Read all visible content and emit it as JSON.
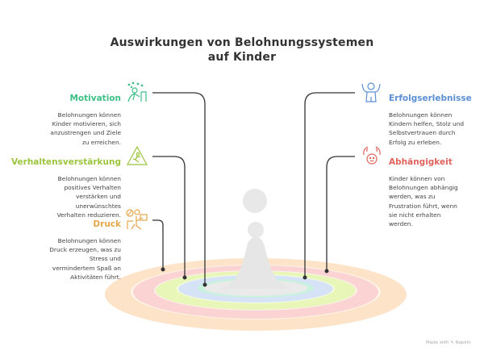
{
  "title": "Auswirkungen von Belohnungssystemen auf Kinder",
  "items": [
    {
      "label": "Motivation",
      "color": "#3dbf86",
      "icon": "celebrating-child-icon",
      "description": "Belohnungen können Kinder motivieren, sich anzustrengen und Ziele zu erreichen."
    },
    {
      "label": "Verhaltensverstärkung",
      "color": "#9bc53d",
      "icon": "warning-triangle-icon",
      "description": "Belohnungen können positives Verhalten verstärken und unerwünschtes Verhalten reduzieren."
    },
    {
      "label": "Druck",
      "color": "#e5a64a",
      "icon": "stressed-person-icon",
      "description": "Belohnungen können Druck erzeugen, was zu Stress und vermindertem Spaß an Aktivitäten führt."
    },
    {
      "label": "Erfolgserlebnisse",
      "color": "#5b8fd4",
      "icon": "happy-child-icon",
      "description": "Belohnungen können Kindern helfen, Stolz und Selbstvertrauen durch Erfolg zu erleben."
    },
    {
      "label": "Abhängigkeit",
      "color": "#e0645c",
      "icon": "dependent-child-icon",
      "description": "Kinder können von Belohnungen abhängig werden, was zu Frustration führt, wenn sie nicht erhalten werden."
    }
  ],
  "rings": [
    "#fde0c4",
    "#fbd0d0",
    "#e6f7b5",
    "#c9f0e0",
    "#d6e4f7",
    "#b8ecd8",
    "#e8e8e8"
  ],
  "footer": "Made with ✎ Napkin"
}
